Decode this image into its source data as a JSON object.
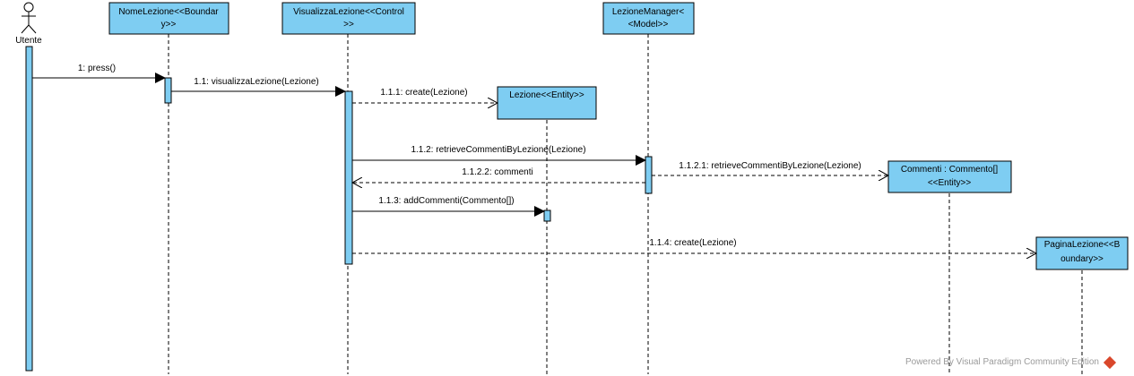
{
  "actor": {
    "label": "Utente"
  },
  "lifelines": [
    {
      "id": "nome",
      "lines": [
        "NomeLezione<<Boundar",
        "y>>"
      ]
    },
    {
      "id": "visualizza",
      "lines": [
        "VisualizzaLezione<<Control",
        ">>"
      ]
    },
    {
      "id": "manager",
      "lines": [
        "LezioneManager<",
        "<Model>>"
      ]
    },
    {
      "id": "lezione",
      "lines": [
        "Lezione<<Entity>>"
      ]
    },
    {
      "id": "commenti",
      "lines": [
        "Commenti : Commento[]",
        "<<Entity>>"
      ]
    },
    {
      "id": "pagina",
      "lines": [
        "PaginaLezione<<B",
        "oundary>>"
      ]
    }
  ],
  "messages": [
    {
      "id": "m1",
      "label": "1: press()",
      "kind": "sync"
    },
    {
      "id": "m11",
      "label": "1.1: visualizzaLezione(Lezione)",
      "kind": "sync"
    },
    {
      "id": "m111",
      "label": "1.1.1: create(Lezione)",
      "kind": "create"
    },
    {
      "id": "m112",
      "label": "1.1.2: retrieveCommentiByLezione(Lezione)",
      "kind": "sync"
    },
    {
      "id": "m1121",
      "label": "1.1.2.1: retrieveCommentiByLezione(Lezione)",
      "kind": "create"
    },
    {
      "id": "m1122",
      "label": "1.1.2.2: commenti",
      "kind": "return"
    },
    {
      "id": "m113",
      "label": "1.1.3: addCommenti(Commento[])",
      "kind": "sync"
    },
    {
      "id": "m114",
      "label": "1.1.4: create(Lezione)",
      "kind": "create"
    }
  ],
  "watermark": "Powered By  Visual Paradigm Community Edition",
  "colors": {
    "box_fill": "#7ecdf2",
    "line": "#000000"
  }
}
